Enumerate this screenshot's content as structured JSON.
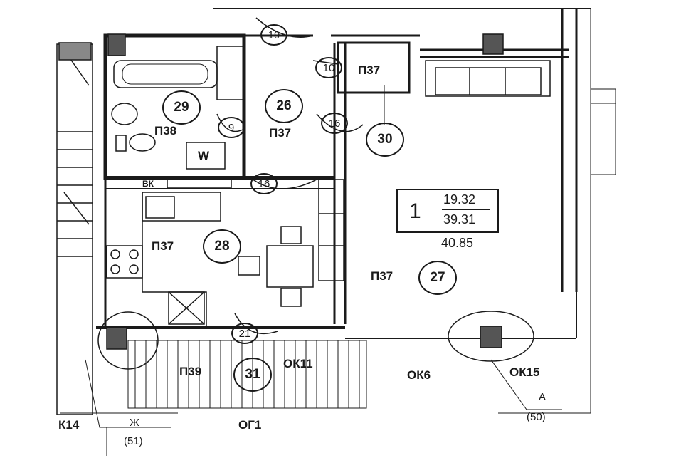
{
  "rooms": [
    {
      "num": "29",
      "finish": "П38"
    },
    {
      "num": "26",
      "finish": "П37"
    },
    {
      "num": "30",
      "finish": "П37"
    },
    {
      "num": "28",
      "finish": "П37"
    },
    {
      "num": "27",
      "finish": "П37"
    },
    {
      "num": "31",
      "finish": "П39"
    }
  ],
  "doors": [
    "19",
    "10",
    "9",
    "16",
    "16",
    "21"
  ],
  "area": {
    "apartment": "1",
    "living": "19.32",
    "total": "39.31",
    "total_with_balcony": "40.85"
  },
  "symbols": {
    "washer": "W",
    "vent": "ВК"
  },
  "windows": [
    "ОК11",
    "ОК6",
    "ОК15",
    "К14"
  ],
  "fence": "ОГ1",
  "axes": [
    {
      "letter": "А",
      "dim": "(50)"
    },
    {
      "letter": "Ж",
      "dim": "(51)"
    }
  ]
}
